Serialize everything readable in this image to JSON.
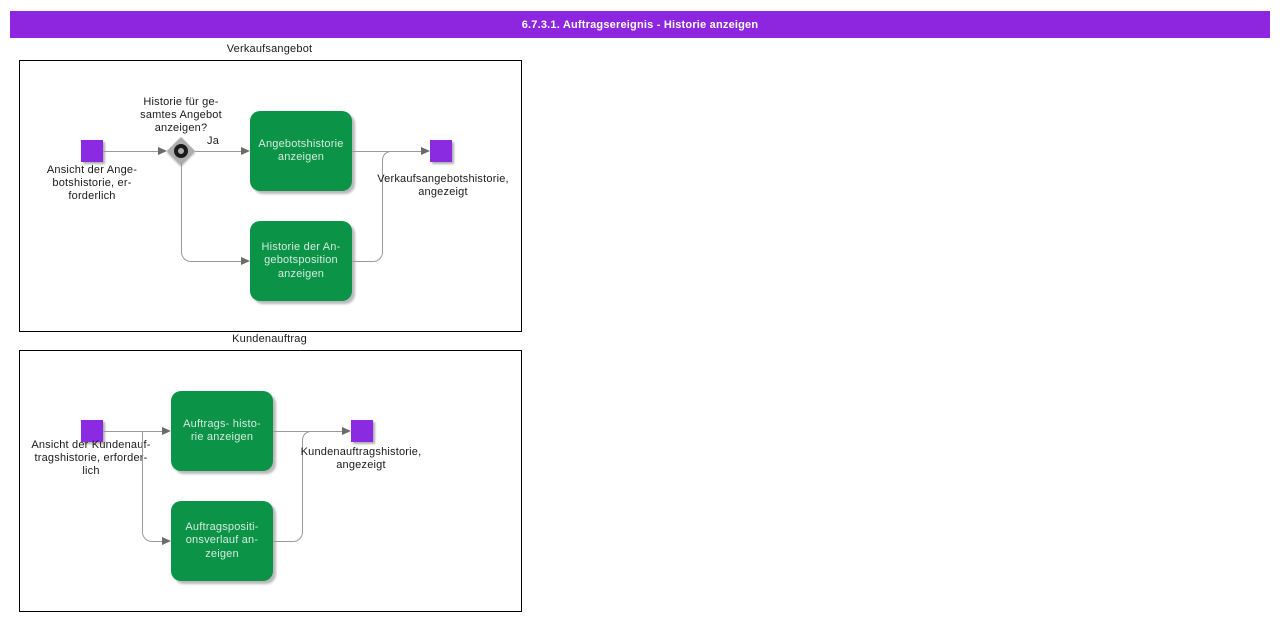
{
  "title": "6.7.3.1. Auftragsereignis - Historie anzeigen",
  "colors": {
    "titlebar-bg": "#8E26DF",
    "titlebar-text": "#FFFFFF",
    "event-fill": "#8A2BE2",
    "activity-fill": "#0B9348",
    "activity-text": "#D5EBDD",
    "gateway-fill": "#ADADAD",
    "flow-line": "#9A9A9A",
    "arrow-fill": "#6B6B6B",
    "label-text": "#1A1A1A",
    "frame-border": "#000000"
  },
  "partitions": [
    {
      "label": "Verkaufsangebot",
      "start_event_label": "Ansicht der Ange-\nbotshistorie, er-\nforderlich",
      "decision": {
        "question": "Historie für ge-\nsamtes Angebot\nanzeigen?",
        "yes_label": "Ja"
      },
      "activities": [
        {
          "label": "Angebotshistorie\nanzeigen"
        },
        {
          "label": "Historie der An-\ngebotsposition\nanzeigen"
        }
      ],
      "end_event_label": "Verkaufsangebotshistorie,\nangezeigt"
    },
    {
      "label": "Kundenauftrag",
      "start_event_label": "Ansicht der Kundenauf-\ntragshistorie, erforder-\nlich",
      "activities": [
        {
          "label": "Auftrags- histo-\nrie anzeigen"
        },
        {
          "label": "Auftragspositi-\nonsverlauf an-\nzeigen"
        }
      ],
      "end_event_label": "Kundenauftragshistorie,\nangezeigt"
    }
  ]
}
